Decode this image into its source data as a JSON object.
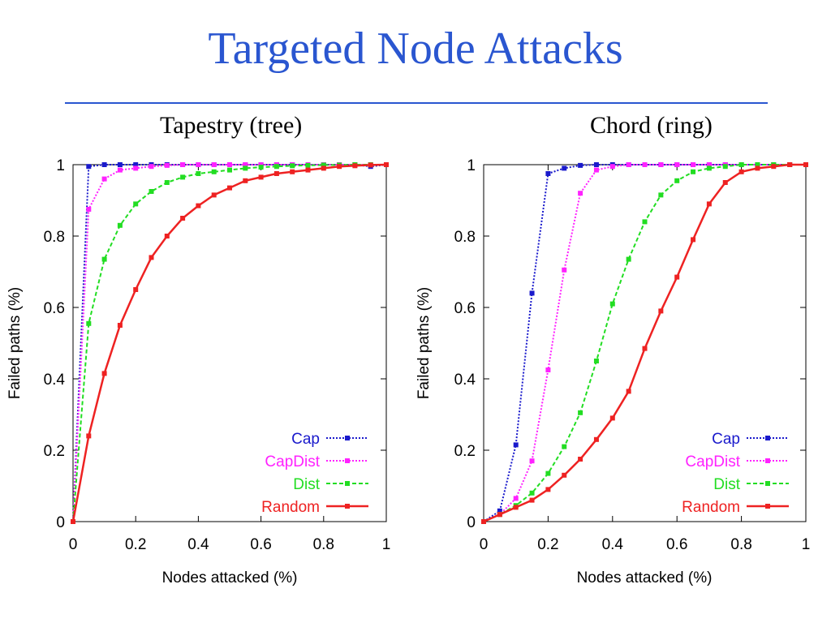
{
  "slide": {
    "title": "Targeted Node Attacks",
    "accent_color": "#2a56d0"
  },
  "chart_data": [
    {
      "type": "line",
      "title": "Tapestry (tree)",
      "xlabel": "Nodes attacked (%)",
      "ylabel": "Failed paths (%)",
      "xlim": [
        0,
        1
      ],
      "ylim": [
        0,
        1
      ],
      "xticks": [
        "0",
        "0.2",
        "0.4",
        "0.6",
        "0.8",
        "1"
      ],
      "yticks": [
        "0",
        "0.2",
        "0.4",
        "0.6",
        "0.8",
        "1"
      ],
      "legend_position": "bottom-right",
      "series": [
        {
          "name": "Cap",
          "color": "#1a1acc",
          "dash": "dotted",
          "x": [
            0,
            0.05,
            0.1,
            0.15,
            0.2,
            0.25,
            0.3,
            0.35,
            0.4,
            0.45,
            0.5,
            0.55,
            0.6,
            0.65,
            0.7,
            0.75,
            0.8,
            0.85,
            0.9,
            0.95,
            1.0
          ],
          "y": [
            0,
            0.995,
            1,
            1,
            1,
            1,
            1,
            1,
            1,
            1,
            1,
            1,
            1,
            1,
            1,
            1,
            1,
            1,
            1,
            0.995,
            1
          ]
        },
        {
          "name": "CapDist",
          "color": "#ff22ff",
          "dash": "dotted",
          "x": [
            0,
            0.05,
            0.1,
            0.15,
            0.2,
            0.25,
            0.3,
            0.35,
            0.4,
            0.45,
            0.5,
            0.55,
            0.6,
            0.65,
            0.7,
            0.75,
            0.8,
            0.85,
            0.9,
            0.95,
            1.0
          ],
          "y": [
            0,
            0.875,
            0.96,
            0.985,
            0.99,
            0.995,
            0.998,
            1,
            1,
            1,
            1,
            1,
            1,
            1,
            1,
            1,
            1,
            1,
            1,
            1,
            1
          ]
        },
        {
          "name": "Dist",
          "color": "#22dd22",
          "dash": "dashed",
          "x": [
            0,
            0.05,
            0.1,
            0.15,
            0.2,
            0.25,
            0.3,
            0.35,
            0.4,
            0.45,
            0.5,
            0.55,
            0.6,
            0.65,
            0.7,
            0.75,
            0.8,
            0.85,
            0.9,
            0.95,
            1.0
          ],
          "y": [
            0,
            0.555,
            0.735,
            0.83,
            0.89,
            0.925,
            0.95,
            0.965,
            0.975,
            0.98,
            0.985,
            0.99,
            0.993,
            0.995,
            0.997,
            0.998,
            0.999,
            0.999,
            1,
            1,
            1
          ]
        },
        {
          "name": "Random",
          "color": "#ee2222",
          "dash": "solid",
          "x": [
            0,
            0.05,
            0.1,
            0.15,
            0.2,
            0.25,
            0.3,
            0.35,
            0.4,
            0.45,
            0.5,
            0.55,
            0.6,
            0.65,
            0.7,
            0.75,
            0.8,
            0.85,
            0.9,
            0.95,
            1.0
          ],
          "y": [
            0,
            0.24,
            0.415,
            0.55,
            0.65,
            0.74,
            0.8,
            0.85,
            0.885,
            0.915,
            0.935,
            0.955,
            0.965,
            0.975,
            0.98,
            0.985,
            0.99,
            0.995,
            0.997,
            0.999,
            1
          ]
        }
      ]
    },
    {
      "type": "line",
      "title": "Chord (ring)",
      "xlabel": "Nodes attacked (%)",
      "ylabel": "Failed paths (%)",
      "xlim": [
        0,
        1
      ],
      "ylim": [
        0,
        1
      ],
      "xticks": [
        "0",
        "0.2",
        "0.4",
        "0.6",
        "0.8",
        "1"
      ],
      "yticks": [
        "0",
        "0.2",
        "0.4",
        "0.6",
        "0.8",
        "1"
      ],
      "legend_position": "bottom-right",
      "series": [
        {
          "name": "Cap",
          "color": "#1a1acc",
          "dash": "dotted",
          "x": [
            0,
            0.05,
            0.1,
            0.15,
            0.2,
            0.25,
            0.3,
            0.35,
            0.4,
            0.45,
            0.5,
            0.55,
            0.6,
            0.65,
            0.7,
            0.75,
            0.8,
            0.85,
            0.9,
            0.95,
            1.0
          ],
          "y": [
            0,
            0.03,
            0.215,
            0.64,
            0.975,
            0.99,
            0.998,
            1,
            1,
            1,
            1,
            1,
            1,
            1,
            1,
            1,
            1,
            1,
            1,
            1,
            1
          ]
        },
        {
          "name": "CapDist",
          "color": "#ff22ff",
          "dash": "dotted",
          "x": [
            0,
            0.05,
            0.1,
            0.15,
            0.2,
            0.25,
            0.3,
            0.35,
            0.4,
            0.45,
            0.5,
            0.55,
            0.6,
            0.65,
            0.7,
            0.75,
            0.8,
            0.85,
            0.9,
            0.95,
            1.0
          ],
          "y": [
            0,
            0.02,
            0.065,
            0.17,
            0.425,
            0.705,
            0.92,
            0.985,
            0.995,
            1,
            1,
            1,
            1,
            1,
            1,
            1,
            1,
            1,
            1,
            1,
            1
          ]
        },
        {
          "name": "Dist",
          "color": "#22dd22",
          "dash": "dashed",
          "x": [
            0,
            0.05,
            0.1,
            0.15,
            0.2,
            0.25,
            0.3,
            0.35,
            0.4,
            0.45,
            0.5,
            0.55,
            0.6,
            0.65,
            0.7,
            0.75,
            0.8,
            0.85,
            0.9,
            0.95,
            1.0
          ],
          "y": [
            0,
            0.02,
            0.045,
            0.08,
            0.135,
            0.21,
            0.305,
            0.45,
            0.61,
            0.735,
            0.84,
            0.915,
            0.955,
            0.98,
            0.99,
            0.995,
            1,
            1,
            1,
            1,
            1
          ]
        },
        {
          "name": "Random",
          "color": "#ee2222",
          "dash": "solid",
          "x": [
            0,
            0.05,
            0.1,
            0.15,
            0.2,
            0.25,
            0.3,
            0.35,
            0.4,
            0.45,
            0.5,
            0.55,
            0.6,
            0.65,
            0.7,
            0.75,
            0.8,
            0.85,
            0.9,
            0.95,
            1.0
          ],
          "y": [
            0,
            0.02,
            0.04,
            0.06,
            0.09,
            0.13,
            0.175,
            0.23,
            0.29,
            0.365,
            0.485,
            0.59,
            0.685,
            0.79,
            0.89,
            0.95,
            0.98,
            0.99,
            0.995,
            1,
            1
          ]
        }
      ]
    }
  ]
}
